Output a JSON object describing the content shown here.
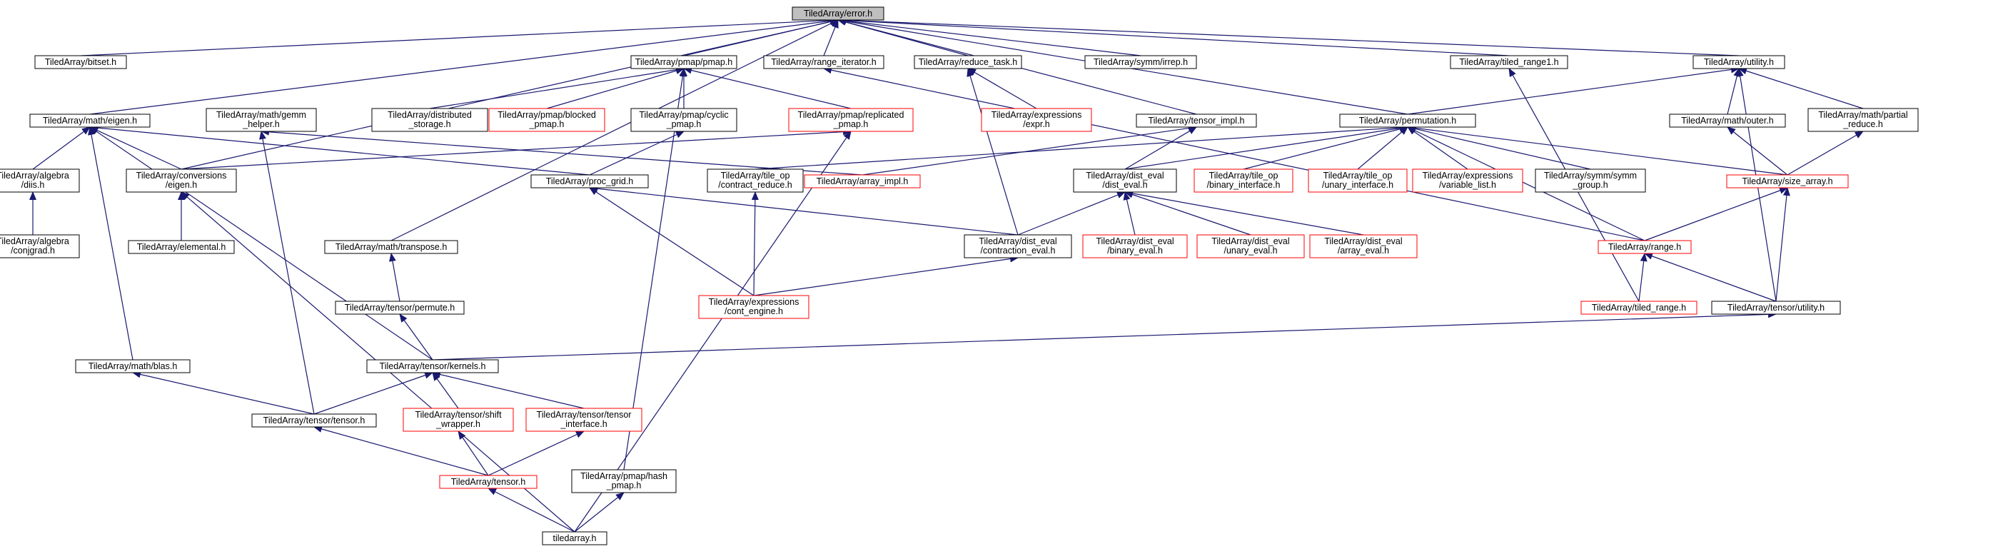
{
  "colors": {
    "edge": "#191970",
    "box_border_normal": "#000000",
    "box_border_truncated": "#ff0000",
    "root_fill": "#bfbfbf",
    "box_fill": "#ffffff",
    "text": "#000000"
  },
  "nodes": [
    {
      "id": "error",
      "lines": [
        "TiledArray/error.h"
      ],
      "style": "root"
    },
    {
      "id": "bitset",
      "lines": [
        "TiledArray/bitset.h"
      ],
      "style": "normal"
    },
    {
      "id": "pmap",
      "lines": [
        "TiledArray/pmap/pmap.h"
      ],
      "style": "normal"
    },
    {
      "id": "range_iterator",
      "lines": [
        "TiledArray/range_iterator.h"
      ],
      "style": "normal"
    },
    {
      "id": "reduce_task",
      "lines": [
        "TiledArray/reduce_task.h"
      ],
      "style": "normal"
    },
    {
      "id": "symm_irrep",
      "lines": [
        "TiledArray/symm/irrep.h"
      ],
      "style": "normal"
    },
    {
      "id": "tiled_range1",
      "lines": [
        "TiledArray/tiled_range1.h"
      ],
      "style": "normal"
    },
    {
      "id": "utility",
      "lines": [
        "TiledArray/utility.h"
      ],
      "style": "normal"
    },
    {
      "id": "math_eigen",
      "lines": [
        "TiledArray/math/eigen.h"
      ],
      "style": "normal"
    },
    {
      "id": "math_gemm_helper",
      "lines": [
        "TiledArray/math/gemm",
        "_helper.h"
      ],
      "style": "normal"
    },
    {
      "id": "distributed_storage",
      "lines": [
        "TiledArray/distributed",
        "_storage.h"
      ],
      "style": "normal"
    },
    {
      "id": "pmap_blocked",
      "lines": [
        "TiledArray/pmap/blocked",
        "_pmap.h"
      ],
      "style": "truncated"
    },
    {
      "id": "pmap_cyclic",
      "lines": [
        "TiledArray/pmap/cyclic",
        "_pmap.h"
      ],
      "style": "normal"
    },
    {
      "id": "pmap_replicated",
      "lines": [
        "TiledArray/pmap/replicated",
        "_pmap.h"
      ],
      "style": "truncated"
    },
    {
      "id": "expressions_expr",
      "lines": [
        "TiledArray/expressions",
        "/expr.h"
      ],
      "style": "truncated"
    },
    {
      "id": "tensor_impl",
      "lines": [
        "TiledArray/tensor_impl.h"
      ],
      "style": "normal"
    },
    {
      "id": "permutation",
      "lines": [
        "TiledArray/permutation.h"
      ],
      "style": "normal"
    },
    {
      "id": "math_outer",
      "lines": [
        "TiledArray/math/outer.h"
      ],
      "style": "normal"
    },
    {
      "id": "math_partial_reduce",
      "lines": [
        "TiledArray/math/partial",
        "_reduce.h"
      ],
      "style": "normal"
    },
    {
      "id": "algebra_diis",
      "lines": [
        "TiledArray/algebra",
        "/diis.h"
      ],
      "style": "normal"
    },
    {
      "id": "conversions_eigen",
      "lines": [
        "TiledArray/conversions",
        "/eigen.h"
      ],
      "style": "normal"
    },
    {
      "id": "proc_grid",
      "lines": [
        "TiledArray/proc_grid.h"
      ],
      "style": "normal"
    },
    {
      "id": "tile_op_contract_reduce",
      "lines": [
        "TiledArray/tile_op",
        "/contract_reduce.h"
      ],
      "style": "normal"
    },
    {
      "id": "array_impl",
      "lines": [
        "TiledArray/array_impl.h"
      ],
      "style": "truncated"
    },
    {
      "id": "dist_eval",
      "lines": [
        "TiledArray/dist_eval",
        "/dist_eval.h"
      ],
      "style": "normal"
    },
    {
      "id": "tile_op_binary_interface",
      "lines": [
        "TiledArray/tile_op",
        "/binary_interface.h"
      ],
      "style": "truncated"
    },
    {
      "id": "tile_op_unary_interface",
      "lines": [
        "TiledArray/tile_op",
        "/unary_interface.h"
      ],
      "style": "truncated"
    },
    {
      "id": "expressions_variable_list",
      "lines": [
        "TiledArray/expressions",
        "/variable_list.h"
      ],
      "style": "truncated"
    },
    {
      "id": "symm_group",
      "lines": [
        "TiledArray/symm/symm",
        "_group.h"
      ],
      "style": "normal"
    },
    {
      "id": "size_array",
      "lines": [
        "TiledArray/size_array.h"
      ],
      "style": "truncated"
    },
    {
      "id": "algebra_conjgrad",
      "lines": [
        "TiledArray/algebra",
        "/conjgrad.h"
      ],
      "style": "normal"
    },
    {
      "id": "elemental",
      "lines": [
        "TiledArray/elemental.h"
      ],
      "style": "normal"
    },
    {
      "id": "math_transpose",
      "lines": [
        "TiledArray/math/transpose.h"
      ],
      "style": "normal"
    },
    {
      "id": "contraction_eval",
      "lines": [
        "TiledArray/dist_eval",
        "/contraction_eval.h"
      ],
      "style": "normal"
    },
    {
      "id": "binary_eval",
      "lines": [
        "TiledArray/dist_eval",
        "/binary_eval.h"
      ],
      "style": "truncated"
    },
    {
      "id": "unary_eval",
      "lines": [
        "TiledArray/dist_eval",
        "/unary_eval.h"
      ],
      "style": "truncated"
    },
    {
      "id": "array_eval",
      "lines": [
        "TiledArray/dist_eval",
        "/array_eval.h"
      ],
      "style": "truncated"
    },
    {
      "id": "range",
      "lines": [
        "TiledArray/range.h"
      ],
      "style": "truncated"
    },
    {
      "id": "tensor_permute",
      "lines": [
        "TiledArray/tensor/permute.h"
      ],
      "style": "normal"
    },
    {
      "id": "cont_engine",
      "lines": [
        "TiledArray/expressions",
        "/cont_engine.h"
      ],
      "style": "truncated"
    },
    {
      "id": "tiled_range",
      "lines": [
        "TiledArray/tiled_range.h"
      ],
      "style": "truncated"
    },
    {
      "id": "tensor_utility",
      "lines": [
        "TiledArray/tensor/utility.h"
      ],
      "style": "normal"
    },
    {
      "id": "math_blas",
      "lines": [
        "TiledArray/math/blas.h"
      ],
      "style": "normal"
    },
    {
      "id": "tensor_kernels",
      "lines": [
        "TiledArray/tensor/kernels.h"
      ],
      "style": "normal"
    },
    {
      "id": "tensor_tensor",
      "lines": [
        "TiledArray/tensor/tensor.h"
      ],
      "style": "normal"
    },
    {
      "id": "tensor_shift_wrapper",
      "lines": [
        "TiledArray/tensor/shift",
        "_wrapper.h"
      ],
      "style": "truncated"
    },
    {
      "id": "tensor_tensor_interface",
      "lines": [
        "TiledArray/tensor/tensor",
        "_interface.h"
      ],
      "style": "truncated"
    },
    {
      "id": "tensor",
      "lines": [
        "TiledArray/tensor.h"
      ],
      "style": "truncated"
    },
    {
      "id": "pmap_hash",
      "lines": [
        "TiledArray/pmap/hash",
        "_pmap.h"
      ],
      "style": "normal"
    },
    {
      "id": "tiledarray",
      "lines": [
        "tiledarray.h"
      ],
      "style": "normal"
    }
  ],
  "edges": [
    [
      "bitset",
      "error"
    ],
    [
      "pmap",
      "error"
    ],
    [
      "range_iterator",
      "error"
    ],
    [
      "reduce_task",
      "error"
    ],
    [
      "symm_irrep",
      "error"
    ],
    [
      "tiled_range1",
      "error"
    ],
    [
      "utility",
      "error"
    ],
    [
      "math_eigen",
      "error"
    ],
    [
      "conversions_eigen",
      "error"
    ],
    [
      "math_transpose",
      "error"
    ],
    [
      "tensor_impl",
      "error"
    ],
    [
      "permutation",
      "error"
    ],
    [
      "pmap_blocked",
      "pmap"
    ],
    [
      "pmap_cyclic",
      "pmap"
    ],
    [
      "pmap_replicated",
      "pmap"
    ],
    [
      "distributed_storage",
      "pmap"
    ],
    [
      "pmap_hash",
      "pmap"
    ],
    [
      "expressions_expr",
      "reduce_task"
    ],
    [
      "contraction_eval",
      "reduce_task"
    ],
    [
      "range",
      "range_iterator"
    ],
    [
      "tiled_range",
      "tiled_range1"
    ],
    [
      "permutation",
      "utility"
    ],
    [
      "math_outer",
      "utility"
    ],
    [
      "math_partial_reduce",
      "utility"
    ],
    [
      "tensor_utility",
      "utility"
    ],
    [
      "algebra_diis",
      "math_eigen"
    ],
    [
      "conversions_eigen",
      "math_eigen"
    ],
    [
      "math_blas",
      "math_eigen"
    ],
    [
      "tensor_kernels",
      "math_eigen"
    ],
    [
      "proc_grid",
      "math_eigen"
    ],
    [
      "tensor_tensor",
      "math_gemm_helper"
    ],
    [
      "array_impl",
      "math_gemm_helper"
    ],
    [
      "proc_grid",
      "pmap_cyclic"
    ],
    [
      "conversions_eigen",
      "pmap_replicated"
    ],
    [
      "tiledarray",
      "pmap_replicated"
    ],
    [
      "array_impl",
      "tensor_impl"
    ],
    [
      "dist_eval",
      "tensor_impl"
    ],
    [
      "tile_op_contract_reduce",
      "permutation"
    ],
    [
      "dist_eval",
      "permutation"
    ],
    [
      "tile_op_binary_interface",
      "permutation"
    ],
    [
      "tile_op_unary_interface",
      "permutation"
    ],
    [
      "expressions_variable_list",
      "permutation"
    ],
    [
      "symm_group",
      "permutation"
    ],
    [
      "size_array",
      "permutation"
    ],
    [
      "range",
      "permutation"
    ],
    [
      "size_array",
      "math_outer"
    ],
    [
      "size_array",
      "math_partial_reduce"
    ],
    [
      "algebra_conjgrad",
      "algebra_diis"
    ],
    [
      "elemental",
      "conversions_eigen"
    ],
    [
      "tiledarray",
      "conversions_eigen"
    ],
    [
      "contraction_eval",
      "proc_grid"
    ],
    [
      "cont_engine",
      "proc_grid"
    ],
    [
      "cont_engine",
      "tile_op_contract_reduce"
    ],
    [
      "contraction_eval",
      "dist_eval"
    ],
    [
      "binary_eval",
      "dist_eval"
    ],
    [
      "unary_eval",
      "dist_eval"
    ],
    [
      "array_eval",
      "dist_eval"
    ],
    [
      "range",
      "size_array"
    ],
    [
      "tensor_utility",
      "size_array"
    ],
    [
      "tensor_permute",
      "math_transpose"
    ],
    [
      "cont_engine",
      "contraction_eval"
    ],
    [
      "tiled_range",
      "range"
    ],
    [
      "tensor_utility",
      "range"
    ],
    [
      "tensor_kernels",
      "tensor_permute"
    ],
    [
      "tensor_kernels",
      "tensor_utility"
    ],
    [
      "tensor_tensor",
      "math_blas"
    ],
    [
      "tensor_tensor",
      "tensor_kernels"
    ],
    [
      "tensor_shift_wrapper",
      "tensor_kernels"
    ],
    [
      "tensor_tensor_interface",
      "tensor_kernels"
    ],
    [
      "tensor",
      "tensor_tensor"
    ],
    [
      "tensor",
      "tensor_shift_wrapper"
    ],
    [
      "tensor",
      "tensor_tensor_interface"
    ],
    [
      "tiledarray",
      "tensor"
    ],
    [
      "tiledarray",
      "pmap_hash"
    ]
  ]
}
